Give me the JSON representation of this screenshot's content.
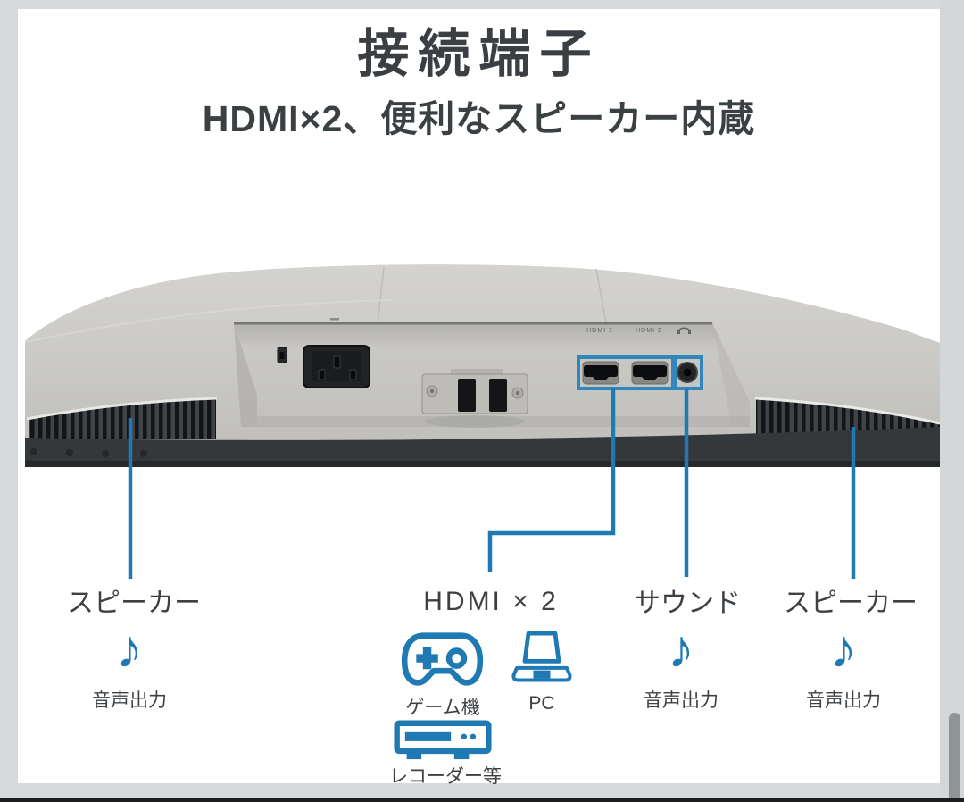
{
  "header": {
    "title": "接続端子",
    "subtitle": "HDMI×2、便利なスピーカー内蔵"
  },
  "monitor": {
    "port_label_1": "HDMI 1",
    "port_label_2": "HDMI 2"
  },
  "annotation": {
    "speaker_left": {
      "label": "スピーカー",
      "note": "♪",
      "caption": "音声出力"
    },
    "hdmi": {
      "label": "HDMI × 2",
      "game_caption": "ゲーム機",
      "pc_caption": "PC",
      "recorder_caption": "レコーダー等"
    },
    "sound": {
      "label": "サウンド",
      "note": "♪",
      "caption": "音声出力"
    },
    "speaker_right": {
      "label": "スピーカー",
      "note": "♪",
      "caption": "音声出力"
    }
  },
  "colors": {
    "accent": "#1f79b3",
    "highlight_box": "#3187bc",
    "label_text": "#3d4144"
  }
}
